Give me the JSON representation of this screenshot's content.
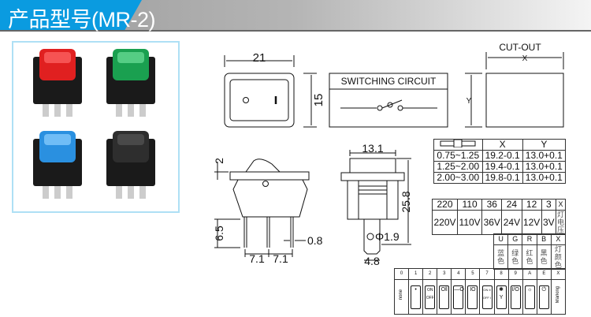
{
  "header": {
    "title": "产品型号(MR-2)"
  },
  "colors": {
    "accent": "#0a9be0",
    "photo_border": "#aee0f5",
    "red": "#e02020",
    "green": "#1aa050",
    "blue": "#2a90e0",
    "black": "#222222"
  },
  "photos": [
    {
      "color": "red"
    },
    {
      "color": "green"
    },
    {
      "color": "blue"
    },
    {
      "color": "black"
    }
  ],
  "front_view": {
    "width": "21",
    "height": "15",
    "rocker_off": "O",
    "rocker_on": "I"
  },
  "circuit": {
    "title": "SWITCHING CIRCUIT"
  },
  "cutout": {
    "title": "CUT-OUT",
    "x_label": "X",
    "y_label": "Y"
  },
  "side_view": {
    "rocker_height": "2",
    "pin_length": "6.5",
    "pin_width": "0.8",
    "pitch1": "7.1",
    "pitch2": "7.1"
  },
  "end_view": {
    "width": "13.1",
    "height": "25.8",
    "hole": "Φ1.9",
    "tab_width": "4.8"
  },
  "cutout_table": {
    "headers": [
      "X",
      "Y"
    ],
    "rows": [
      [
        "0.75~1.25",
        "19.2-0.1",
        "13.0+0.1"
      ],
      [
        "1.25~2.00",
        "19.4-0.1",
        "13.0+0.1"
      ],
      [
        "2.00~3.00",
        "19.8-0.1",
        "13.0+0.1"
      ]
    ]
  },
  "voltage_table": {
    "codes": [
      "220",
      "110",
      "36",
      "24",
      "12",
      "3"
    ],
    "values": [
      "220V",
      "110V",
      "36V",
      "24V",
      "12V",
      "3V"
    ],
    "x_code": "X",
    "x_label": "灯电压"
  },
  "color_table": {
    "codes": [
      "U",
      "G",
      "R",
      "B"
    ],
    "names": [
      "蓝色",
      "绿色",
      "红色",
      "黑色"
    ],
    "x_code": "X",
    "x_label": "灯颜色"
  },
  "marking_table": {
    "codes": [
      "0",
      "1",
      "2",
      "3",
      "4",
      "5",
      "7",
      "8",
      "9",
      "A",
      "E",
      "X"
    ],
    "cells": [
      "none",
      "•",
      "ON OFF",
      "O‖",
      "—O",
      "IO",
      "ON II OFF I",
      "✱ Y",
      "I/O",
      "☼",
      "⏻",
      "Marking"
    ]
  }
}
